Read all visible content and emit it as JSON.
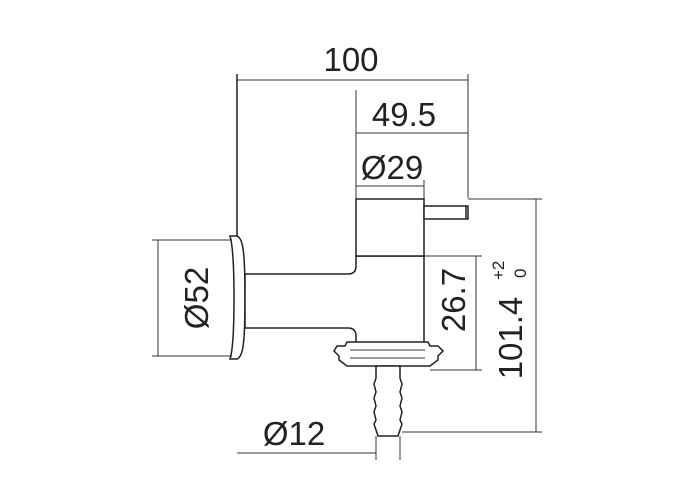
{
  "drawing": {
    "colors": {
      "line": "#222222",
      "background": "#ffffff"
    },
    "dimensions": {
      "overall_length": "100",
      "spout_offset": "49.5",
      "body_diameter": "Ø29",
      "flange_diameter": "Ø52",
      "outlet_diameter": "Ø12",
      "body_height": "26.7",
      "overall_height": "101.4",
      "height_tolerance_upper": "+2",
      "height_tolerance_lower": "0"
    }
  }
}
